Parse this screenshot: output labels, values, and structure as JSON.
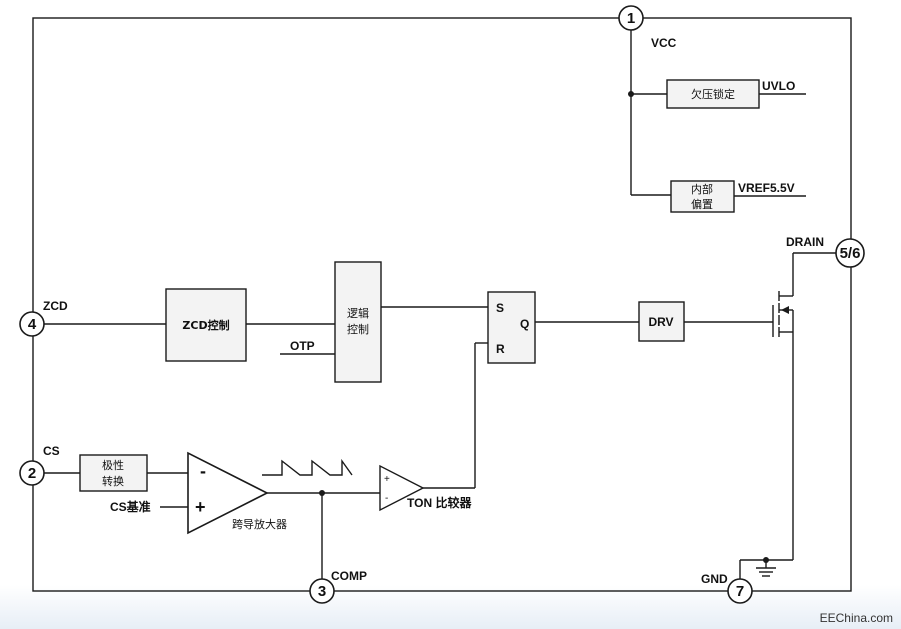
{
  "pins": {
    "vcc": {
      "number": "1",
      "name": "VCC"
    },
    "comp": {
      "number": "3",
      "name": "COMP"
    },
    "zcd": {
      "number": "4",
      "name": "ZCD"
    },
    "cs": {
      "number": "2",
      "name": "CS"
    },
    "drain": {
      "number": "5/6",
      "name": "DRAIN"
    },
    "gnd": {
      "number": "7",
      "name": "GND"
    }
  },
  "blocks": {
    "uvlo": {
      "label": "欠压锁定",
      "output": "UVLO"
    },
    "bias": {
      "line1": "内部",
      "line2": "偏置",
      "output": "VREF5.5V"
    },
    "zcd_ctrl": {
      "label": "ZCD控制"
    },
    "logic": {
      "line1": "逻辑",
      "line2": "控制"
    },
    "otp": {
      "label": "OTP"
    },
    "sr": {
      "s": "S",
      "r": "R",
      "q": "Q"
    },
    "drv": {
      "label": "DRV"
    },
    "polarity": {
      "line1": "极性",
      "line2": "转换"
    },
    "ota": {
      "minus": "-",
      "plus": "+",
      "label": "跨导放大器",
      "ref": "CS基准"
    },
    "ton": {
      "plus": "+",
      "minus": "-",
      "label": "TON 比较器"
    }
  },
  "watermark": "EEChina.com"
}
